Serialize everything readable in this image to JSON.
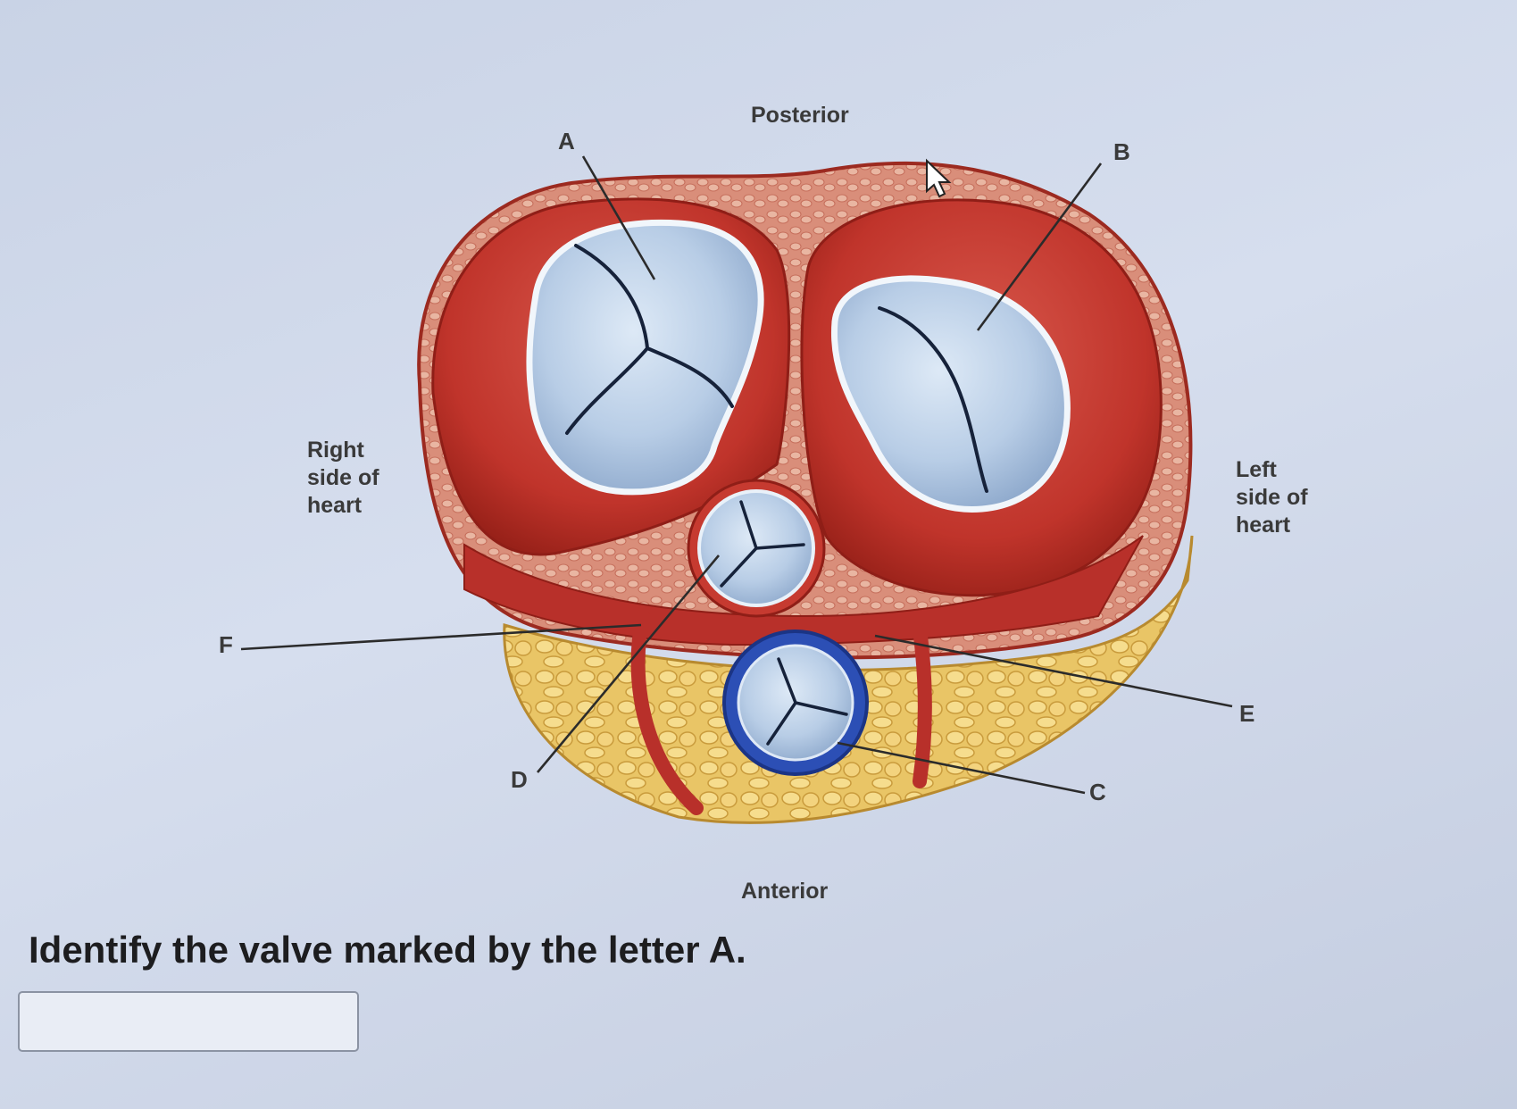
{
  "orientation": {
    "posterior": "Posterior",
    "anterior": "Anterior",
    "right_side": "Right\nside of\nheart",
    "left_side": "Left\nside of\nheart"
  },
  "markers": {
    "a": "A",
    "b": "B",
    "c": "C",
    "d": "D",
    "e": "E",
    "f": "F"
  },
  "question": {
    "text": "Identify the valve marked by the letter A."
  },
  "answer": {
    "value": "",
    "placeholder": ""
  },
  "colors": {
    "background": "#d6deee",
    "muscle": "#c2332b",
    "fat": "#e8c66a",
    "valve_tissue": "#bcd2ea",
    "pulmonary_ring": "#2b4fb3"
  }
}
